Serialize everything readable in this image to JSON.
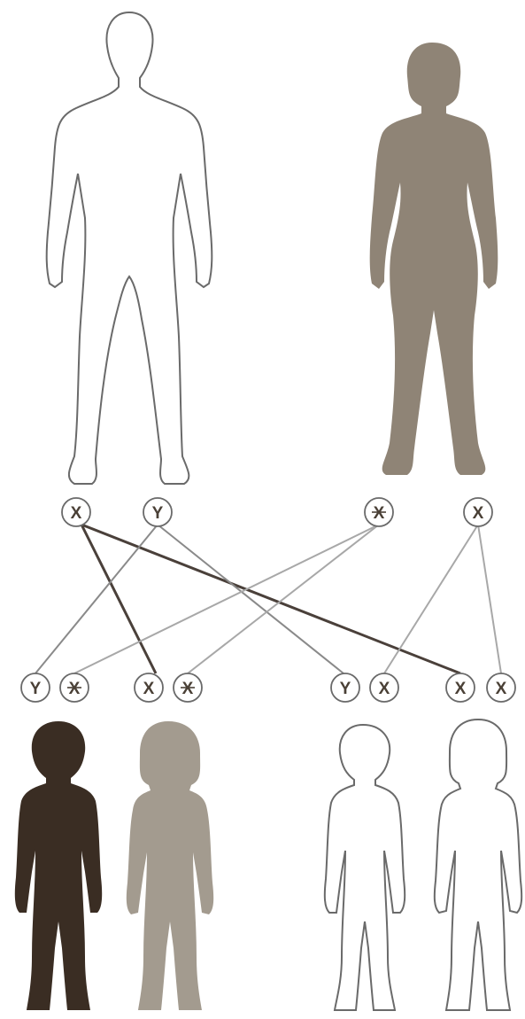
{
  "colors": {
    "father_outline": "#6a6a6a",
    "mother_fill": "#8f8476",
    "affected_son_fill": "#3a2d23",
    "carrier_daughter_fill": "#a39b8f",
    "healthy_outline": "#6a6a6a",
    "line_dark": "#4a403a",
    "line_light": "#a8a8a8"
  },
  "parents": {
    "father": {
      "chromosomes": [
        "X",
        "Y"
      ]
    },
    "mother": {
      "chromosomes": [
        "X",
        "X"
      ],
      "carrier_index": 0
    }
  },
  "children": [
    {
      "chromosomes": [
        "Y",
        "X"
      ],
      "status": "affected-son"
    },
    {
      "chromosomes": [
        "X",
        "X"
      ],
      "status": "carrier-daughter"
    },
    {
      "chromosomes": [
        "Y",
        "X"
      ],
      "status": "healthy-son"
    },
    {
      "chromosomes": [
        "X",
        "X"
      ],
      "status": "healthy-daughter"
    }
  ]
}
